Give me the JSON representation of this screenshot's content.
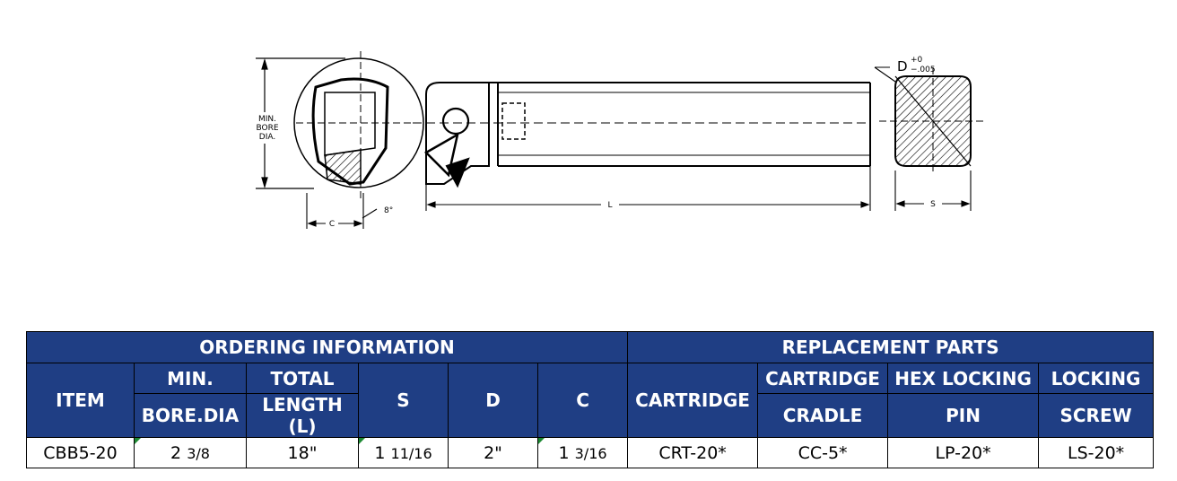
{
  "drawing": {
    "bore_label": [
      "MIN.",
      "BORE",
      "DIA."
    ],
    "c_label": "C",
    "angle_label": "8°",
    "l_label": "L",
    "s_label": "S",
    "d_label": "D",
    "d_tol_plus": "+0",
    "d_tol_minus": "−.005"
  },
  "table": {
    "group_ordering": "ORDERING INFORMATION",
    "group_replacement": "REPLACEMENT PARTS",
    "headers": {
      "item": "ITEM",
      "min_1": "MIN.",
      "min_2": "BORE.DIA",
      "total_1": "TOTAL",
      "total_2": "LENGTH (L)",
      "s": "S",
      "d": "D",
      "c": "C",
      "cartridge": "CARTRIDGE",
      "cradle_1": "CARTRIDGE",
      "cradle_2": "CRADLE",
      "hex_1": "HEX LOCKING",
      "hex_2": "PIN",
      "screw_1": "LOCKING",
      "screw_2": "SCREW"
    },
    "row": {
      "item": "CBB5-20",
      "bore_whole": "2",
      "bore_frac": "3/8",
      "length": "18\"",
      "s_whole": "1",
      "s_frac": "11/16",
      "d": "2\"",
      "c_whole": "1",
      "c_frac": "3/16",
      "cartridge": "CRT-20*",
      "cradle": "CC-5*",
      "hex_pin": "LP-20*",
      "screw": "LS-20*"
    }
  }
}
